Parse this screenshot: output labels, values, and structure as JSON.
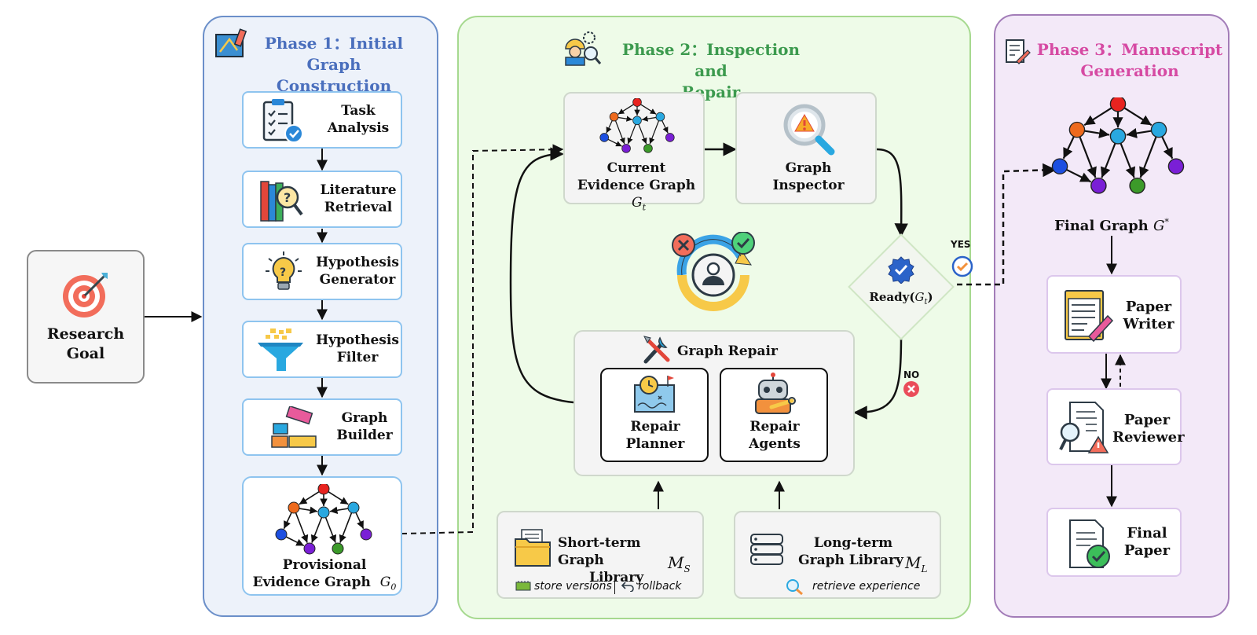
{
  "start": {
    "label_line1": "Research",
    "label_line2": "Goal"
  },
  "phase1": {
    "title_line1": "Phase 1：Initial Graph",
    "title_line2": "Construction",
    "steps": [
      {
        "line1": "Task",
        "line2": "Analysis"
      },
      {
        "line1": "Literature",
        "line2": "Retrieval"
      },
      {
        "line1": "Hypothesis",
        "line2": "Generator"
      },
      {
        "line1": "Hypothesis",
        "line2": "Filter"
      },
      {
        "line1": "Graph",
        "line2": "Builder"
      }
    ],
    "output": {
      "line1": "Provisional",
      "line2": "Evidence Graph",
      "symbol": "G",
      "sub": "0"
    }
  },
  "phase2": {
    "title_line1": "Phase 2：Inspection and",
    "title_line2": "Repair",
    "current": {
      "line1": "Current",
      "line2": "Evidence Graph",
      "symbol": "G",
      "sub": "t"
    },
    "inspector": {
      "line1": "Graph",
      "line2": "Inspector"
    },
    "ready": {
      "label": "Ready(",
      "symbol": "G",
      "sub": "t",
      "close": ")"
    },
    "yes_label": "YES",
    "no_label": "NO",
    "repair": {
      "title": "Graph Repair",
      "planner": {
        "line1": "Repair",
        "line2": "Planner"
      },
      "agents": {
        "line1": "Repair",
        "line2": "Agents"
      }
    },
    "short_lib": {
      "line1": "Short-term Graph",
      "line2": "Library",
      "symbol": "M",
      "sub": "S",
      "action1": "store versions",
      "action2": "rollback"
    },
    "long_lib": {
      "line1": "Long-term",
      "line2": "Graph Library",
      "symbol": "M",
      "sub": "L",
      "action1": "retrieve experience"
    }
  },
  "phase3": {
    "title_line1": "Phase 3：Manuscript",
    "title_line2": "Generation",
    "final_graph": {
      "label": "Final Graph",
      "symbol": "G",
      "sup": "*"
    },
    "writer": {
      "line1": "Paper",
      "line2": "Writer"
    },
    "reviewer": {
      "line1": "Paper",
      "line2": "Reviewer"
    },
    "final_paper": {
      "line1": "Final",
      "line2": "Paper"
    }
  },
  "colors": {
    "phase1_title": "#4a6fbd",
    "phase2_title": "#3c9a4e",
    "phase3_title": "#d64aa3",
    "node_red": "#e8231f",
    "node_orange": "#ee6a1d",
    "node_cyan": "#29a8e0",
    "node_blue": "#1d4fe0",
    "node_purple": "#7a1fd6",
    "node_green": "#3c9a2a"
  }
}
